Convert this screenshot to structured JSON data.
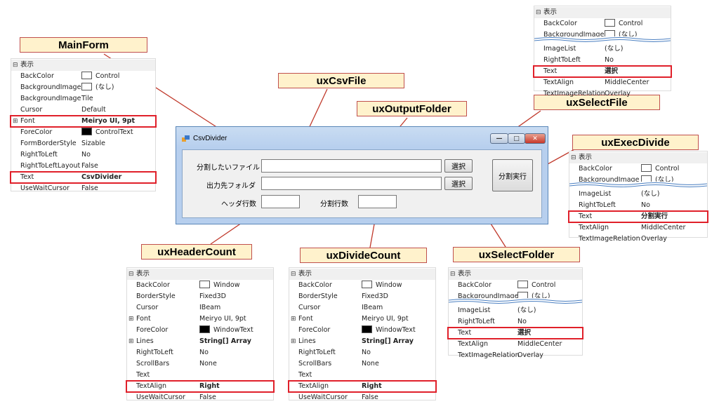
{
  "form": {
    "title": "CsvDivider",
    "minimize_glyph": "—",
    "maximize_glyph": "□",
    "close_glyph": "✕",
    "label_csv": "分割したいファイル",
    "label_output": "出力先フォルダ",
    "label_header": "ヘッダ行数",
    "label_divide": "分割行数",
    "select_file_label": "選択",
    "select_folder_label": "選択",
    "exec_divide_label": "分割実行"
  },
  "callouts": {
    "main_form": "MainForm",
    "csv_file": "uxCsvFile",
    "output_folder": "uxOutputFolder",
    "select_file": "uxSelectFile",
    "exec_divide": "uxExecDivide",
    "header_count": "uxHeaderCount",
    "divide_count": "uxDivideCount",
    "select_folder": "uxSelectFolder"
  },
  "panels": {
    "main_form": {
      "category": "表示",
      "rows": [
        {
          "name": "BackColor",
          "value": "Control",
          "swatch": "white"
        },
        {
          "name": "BackgroundImage",
          "value": "(なし)",
          "swatch": "white"
        },
        {
          "name": "BackgroundImage",
          "value": "Tile"
        },
        {
          "name": "Cursor",
          "value": "Default"
        },
        {
          "name": "Font",
          "value": "Meiryo UI, 9pt",
          "bold": true,
          "expand": true,
          "highlight": true
        },
        {
          "name": "ForeColor",
          "value": "ControlText",
          "swatch": "black"
        },
        {
          "name": "FormBorderStyle",
          "value": "Sizable"
        },
        {
          "name": "RightToLeft",
          "value": "No"
        },
        {
          "name": "RightToLeftLayout",
          "value": "False"
        },
        {
          "name": "Text",
          "value": "CsvDivider",
          "bold": true,
          "highlight": true
        },
        {
          "name": "UseWaitCursor",
          "value": "False"
        }
      ]
    },
    "select_file": {
      "category": "表示",
      "top": [
        {
          "name": "BackColor",
          "value": "Control",
          "swatch": "white"
        },
        {
          "name": "BackgroundImage",
          "value": "(なし)",
          "swatch": "white"
        }
      ],
      "bottom": [
        {
          "name": "ImageList",
          "value": "(なし)"
        },
        {
          "name": "RightToLeft",
          "value": "No"
        },
        {
          "name": "Text",
          "value": "選択",
          "bold": true,
          "highlight": true
        },
        {
          "name": "TextAlign",
          "value": "MiddleCenter"
        },
        {
          "name": "TextImageRelation",
          "value": "Overlay"
        }
      ]
    },
    "exec_divide": {
      "category": "表示",
      "top": [
        {
          "name": "BackColor",
          "value": "Control",
          "swatch": "white"
        },
        {
          "name": "BackgroundImage",
          "value": "(なし)",
          "swatch": "white"
        }
      ],
      "bottom": [
        {
          "name": "ImageList",
          "value": "(なし)"
        },
        {
          "name": "RightToLeft",
          "value": "No"
        },
        {
          "name": "Text",
          "value": "分割実行",
          "bold": true,
          "highlight": true
        },
        {
          "name": "TextAlign",
          "value": "MiddleCenter"
        },
        {
          "name": "TextImageRelation",
          "value": "Overlay"
        }
      ]
    },
    "header_count": {
      "category": "表示",
      "rows": [
        {
          "name": "BackColor",
          "value": "Window",
          "swatch": "white"
        },
        {
          "name": "BorderStyle",
          "value": "Fixed3D"
        },
        {
          "name": "Cursor",
          "value": "IBeam"
        },
        {
          "name": "Font",
          "value": "Meiryo UI, 9pt",
          "expand": true
        },
        {
          "name": "ForeColor",
          "value": "WindowText",
          "swatch": "black"
        },
        {
          "name": "Lines",
          "value": "String[] Array",
          "bold": true,
          "expand": true
        },
        {
          "name": "RightToLeft",
          "value": "No"
        },
        {
          "name": "ScrollBars",
          "value": "None"
        },
        {
          "name": "Text",
          "value": ""
        },
        {
          "name": "TextAlign",
          "value": "Right",
          "bold": true,
          "highlight": true
        },
        {
          "name": "UseWaitCursor",
          "value": "False"
        }
      ]
    },
    "divide_count": {
      "category": "表示",
      "rows": [
        {
          "name": "BackColor",
          "value": "Window",
          "swatch": "white"
        },
        {
          "name": "BorderStyle",
          "value": "Fixed3D"
        },
        {
          "name": "Cursor",
          "value": "IBeam"
        },
        {
          "name": "Font",
          "value": "Meiryo UI, 9pt",
          "expand": true
        },
        {
          "name": "ForeColor",
          "value": "WindowText",
          "swatch": "black"
        },
        {
          "name": "Lines",
          "value": "String[] Array",
          "bold": true,
          "expand": true
        },
        {
          "name": "RightToLeft",
          "value": "No"
        },
        {
          "name": "ScrollBars",
          "value": "None"
        },
        {
          "name": "Text",
          "value": ""
        },
        {
          "name": "TextAlign",
          "value": "Right",
          "bold": true,
          "highlight": true
        },
        {
          "name": "UseWaitCursor",
          "value": "False"
        }
      ]
    },
    "select_folder": {
      "category": "表示",
      "top": [
        {
          "name": "BackColor",
          "value": "Control",
          "swatch": "white"
        },
        {
          "name": "BackgroundImage",
          "value": "(なし)",
          "swatch": "white"
        }
      ],
      "bottom": [
        {
          "name": "ImageList",
          "value": "(なし)"
        },
        {
          "name": "RightToLeft",
          "value": "No"
        },
        {
          "name": "Text",
          "value": "選択",
          "bold": true,
          "highlight": true
        },
        {
          "name": "TextAlign",
          "value": "MiddleCenter"
        },
        {
          "name": "TextImageRelation",
          "value": "Overlay"
        }
      ]
    }
  },
  "colors": {
    "callout_fill": "#fff2cc",
    "callout_border": "#c0504d",
    "highlight": "#e0202a",
    "leader_line": "#c0392b",
    "break_line": "#4a7fc1"
  }
}
